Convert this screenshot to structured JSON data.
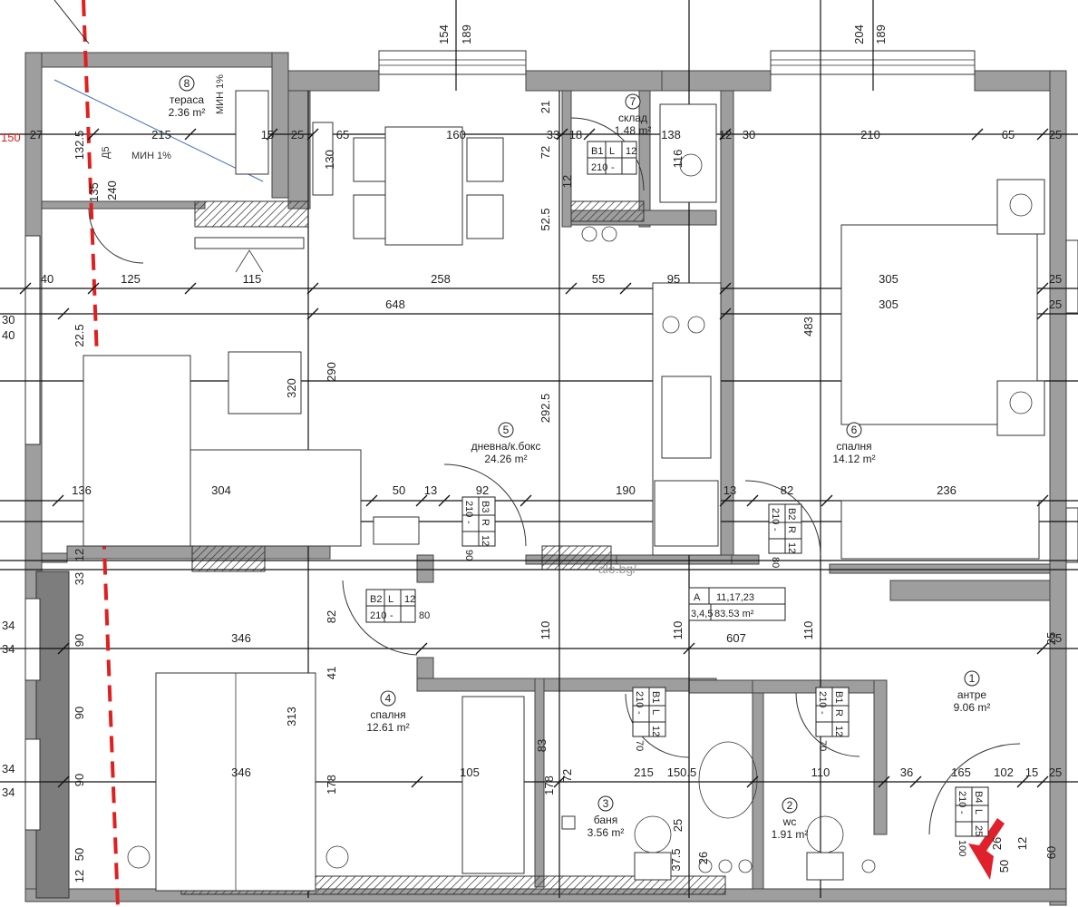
{
  "rooms": [
    {
      "num": "1",
      "name": "антре",
      "area": "9.06 m²"
    },
    {
      "num": "2",
      "name": "wc",
      "area": "1.91 m²"
    },
    {
      "num": "3",
      "name": "баня",
      "area": "3.56 m²"
    },
    {
      "num": "4",
      "name": "спалня",
      "area": "12.61 m²"
    },
    {
      "num": "5",
      "name": "дневна/к.бокс",
      "area": "24.26 m²"
    },
    {
      "num": "6",
      "name": "спалня",
      "area": "14.12 m²"
    },
    {
      "num": "7",
      "name": "склад",
      "area": "1.48 m²"
    },
    {
      "num": "8",
      "name": "тераса",
      "area": "2.36 m²"
    }
  ],
  "apartment_tag": {
    "letter": "A",
    "levels": "11,17,23",
    "sub": "3,4,5",
    "area": "83.53 m²"
  },
  "door_tags": [
    {
      "code": "B1",
      "a": "L",
      "b": "-",
      "c": "12",
      "w": "210"
    },
    {
      "code": "B3",
      "a": "R",
      "b": "-",
      "c": "12",
      "w": "210",
      "h": "90"
    },
    {
      "code": "B2",
      "a": "R",
      "b": "-",
      "c": "12",
      "w": "210",
      "h": "80"
    },
    {
      "code": "B2",
      "a": "L",
      "b": "-",
      "c": "12",
      "w": "210",
      "h": "80"
    },
    {
      "code": "B1",
      "a": "L",
      "b": "-",
      "c": "12",
      "w": "210",
      "h": "70"
    },
    {
      "code": "B1",
      "a": "R",
      "b": "-",
      "c": "12",
      "w": "210",
      "h": "70"
    },
    {
      "code": "B4",
      "a": "L",
      "b": "-",
      "c": "25",
      "w": "210",
      "h": "100"
    }
  ],
  "dimensions": {
    "top_row": [
      "27",
      "215",
      "15",
      "25",
      "65",
      "160",
      "33",
      "18",
      "138",
      "12",
      "30",
      "210",
      "65",
      "25"
    ],
    "row_308": [
      "40",
      "125",
      "115",
      "258",
      "55",
      "95",
      "305",
      "25"
    ],
    "row_334": [
      "648",
      "305",
      "25"
    ],
    "row_540": [
      "136",
      "304",
      "50",
      "13",
      "92",
      "190",
      "13",
      "82",
      "236"
    ],
    "row_703": [
      "346",
      "607",
      "25"
    ],
    "row_850": [
      "346",
      "105",
      "215",
      "150.5",
      "110",
      "36",
      "165",
      "102",
      "15",
      "25"
    ],
    "vertical": [
      "132.5",
      "135",
      "240",
      "130",
      "72",
      "12",
      "52.5",
      "21",
      "116",
      "22.5",
      "320",
      "290",
      "292.5",
      "483",
      "33",
      "12",
      "82",
      "41",
      "313",
      "178",
      "90",
      "110",
      "110",
      "110",
      "25",
      "60",
      "12",
      "26",
      "72",
      "83",
      "178",
      "37.5",
      "25",
      "90",
      "90",
      "50",
      "50",
      "26",
      "12"
    ],
    "top_windows": [
      "154",
      "189",
      "204",
      "189"
    ],
    "left_edge": [
      "150",
      "30",
      "40",
      "34",
      "34",
      "34",
      "34"
    ],
    "misc": [
      "МИН 1%",
      "МИН 1%",
      "Д5"
    ]
  },
  "watermark": "alo.bg/"
}
